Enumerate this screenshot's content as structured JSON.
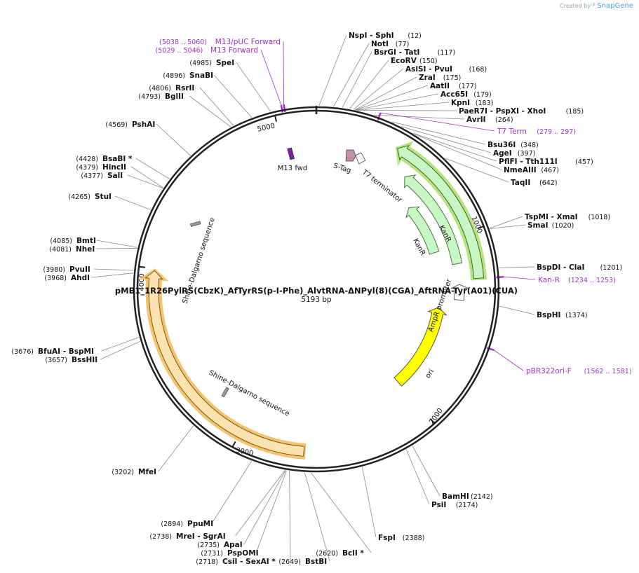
{
  "plasmid": {
    "name": "pMB1_1R26PylRS(CbzK)_AfTyrRS(p-I-Phe)_AlvtRNA-ΔNPyl(8)(CGA)_AftRNA-Tyr(A01)(CUA)",
    "length": 5193,
    "length_label": "5193 bp"
  },
  "branding": {
    "created_by": "Created by",
    "logo_icon": "snapgene-icon",
    "product": "SnapGene"
  },
  "ticks": [
    {
      "bp": 1000,
      "label": "1000"
    },
    {
      "bp": 2000,
      "label": "2000"
    },
    {
      "bp": 3000,
      "label": "3000"
    },
    {
      "bp": 4000,
      "label": "4000"
    },
    {
      "bp": 5000,
      "label": "5000"
    }
  ],
  "sites": [
    {
      "text": "NspI  - SphI",
      "pos": "(12)",
      "bp": 12
    },
    {
      "text": "NotI",
      "pos": "(77)",
      "bp": 77
    },
    {
      "text": "BsrGI  - TatI",
      "pos": "(117)",
      "bp": 117
    },
    {
      "text": "EcoRV",
      "pos": "(150)",
      "bp": 150
    },
    {
      "text": "AsiSI  - PvuI",
      "pos": "(168)",
      "bp": 168
    },
    {
      "text": "ZraI",
      "pos": "(175)",
      "bp": 175
    },
    {
      "text": "AatII",
      "pos": "(177)",
      "bp": 177
    },
    {
      "text": "Acc65I",
      "pos": "(179)",
      "bp": 179
    },
    {
      "text": "KpnI",
      "pos": "(183)",
      "bp": 183
    },
    {
      "text": "PaeR7I  - PspXI  - XhoI",
      "pos": "(185)",
      "bp": 185
    },
    {
      "text": "AvrII",
      "pos": "(264)",
      "bp": 264
    },
    {
      "text": "Bsu36I",
      "pos": "(348)",
      "bp": 348
    },
    {
      "text": "AgeI",
      "pos": "(397)",
      "bp": 397
    },
    {
      "text": "PflFI  - Tth111I",
      "pos": "(457)",
      "bp": 457
    },
    {
      "text": "NmeAIII",
      "pos": "(467)",
      "bp": 467
    },
    {
      "text": "TaqII",
      "pos": "(642)",
      "bp": 642
    },
    {
      "text": "TspMI  - XmaI",
      "pos": "(1018)",
      "bp": 1018
    },
    {
      "text": "SmaI",
      "pos": "(1020)",
      "bp": 1020
    },
    {
      "text": "BspDI  - ClaI",
      "pos": "(1201)",
      "bp": 1201
    },
    {
      "text": "BspHI",
      "pos": "(1374)",
      "bp": 1374
    },
    {
      "text": "BamHI",
      "pos": "(2142)",
      "bp": 2142
    },
    {
      "text": "PsiI",
      "pos": "(2174)",
      "bp": 2174
    },
    {
      "text": "FspI",
      "pos": "(2388)",
      "bp": 2388
    },
    {
      "text": "BclI *",
      "pos": "(2620)",
      "bp": 2620
    },
    {
      "text": "BstBI",
      "pos": "(2649)",
      "bp": 2649
    },
    {
      "text": "CsiI  - SexAI *",
      "pos": "(2718)",
      "bp": 2718
    },
    {
      "text": "PspOMI",
      "pos": "(2731)",
      "bp": 2731
    },
    {
      "text": "ApaI",
      "pos": "(2735)",
      "bp": 2735
    },
    {
      "text": "MreI  - SgrAI",
      "pos": "(2738)",
      "bp": 2738
    },
    {
      "text": "PpuMI",
      "pos": "(2894)",
      "bp": 2894
    },
    {
      "text": "MfeI",
      "pos": "(3202)",
      "bp": 3202
    },
    {
      "text": "BssHII",
      "pos": "(3657)",
      "bp": 3657
    },
    {
      "text": "BfuAI  - BspMI",
      "pos": "(3676)",
      "bp": 3676
    },
    {
      "text": "AhdI",
      "pos": "(3968)",
      "bp": 3968
    },
    {
      "text": "PvuII",
      "pos": "(3980)",
      "bp": 3980
    },
    {
      "text": "NheI",
      "pos": "(4081)",
      "bp": 4081
    },
    {
      "text": "BmtI",
      "pos": "(4085)",
      "bp": 4085
    },
    {
      "text": "StuI",
      "pos": "(4265)",
      "bp": 4265
    },
    {
      "text": "SalI",
      "pos": "(4377)",
      "bp": 4377
    },
    {
      "text": "HincII",
      "pos": "(4379)",
      "bp": 4379
    },
    {
      "text": "BsaBI *",
      "pos": "(4428)",
      "bp": 4428
    },
    {
      "text": "PshAI",
      "pos": "(4569)",
      "bp": 4569
    },
    {
      "text": "BglII",
      "pos": "(4793)",
      "bp": 4793
    },
    {
      "text": "RsrII",
      "pos": "(4806)",
      "bp": 4806
    },
    {
      "text": "SnaBI",
      "pos": "(4896)",
      "bp": 4896
    },
    {
      "text": "SpeI",
      "pos": "(4985)",
      "bp": 4985
    }
  ],
  "primers": [
    {
      "text": "T7 Term",
      "range": "(279 .. 297)",
      "start": 279,
      "end": 297
    },
    {
      "text": "Kan-R",
      "range": "(1234 .. 1253)",
      "start": 1234,
      "end": 1253
    },
    {
      "text": "pBR322ori-F",
      "range": "(1562 .. 1581)",
      "start": 1562,
      "end": 1581
    },
    {
      "text": "M13 Forward",
      "range": "(5029 .. 5046)",
      "start": 5029,
      "end": 5046
    },
    {
      "text": "M13/pUC Forward",
      "range": "(5038 .. 5060)",
      "start": 5038,
      "end": 5060
    }
  ],
  "features": [
    {
      "label": "KanR",
      "kind": "CDS",
      "start": 432,
      "end": 1242,
      "color": "#c8f7c5",
      "selected": true
    },
    {
      "label": "KanR",
      "kind": "CDS",
      "start": 550,
      "end": 1150,
      "color": "#c8f7c5",
      "selected": false
    },
    {
      "label": "KanR",
      "kind": "CDS",
      "start": 700,
      "end": 1050,
      "color": "#c8f7c5",
      "selected": false
    },
    {
      "label": "AmpR promoter",
      "kind": "promoter",
      "start": 1270,
      "end": 1360,
      "color": "#ffffff"
    },
    {
      "label": "ori",
      "kind": "rep_origin",
      "start": 1420,
      "end": 2000,
      "color": "#ffff00"
    },
    {
      "label": "S-Tag",
      "kind": "tag",
      "start": 180,
      "end": 230,
      "color": "#c48fa8"
    },
    {
      "label": "T7 terminator",
      "kind": "terminator",
      "start": 240,
      "end": 290,
      "color": "#ffffff"
    },
    {
      "label": "M13 fwd",
      "kind": "primer_bind",
      "start": 5030,
      "end": 5050,
      "color": "#7b1fa2"
    },
    {
      "label": "Shine-Dalgarno sequence",
      "kind": "RBS",
      "start": 4300,
      "end": 4310,
      "color": "#999999"
    },
    {
      "label": "Shine-Dalgarno sequence",
      "kind": "RBS",
      "start": 3190,
      "end": 3200,
      "color": "#999999"
    },
    {
      "label": "",
      "kind": "CDS",
      "start": 2660,
      "end": 3990,
      "color": "#fce3b0",
      "selected": true
    }
  ]
}
